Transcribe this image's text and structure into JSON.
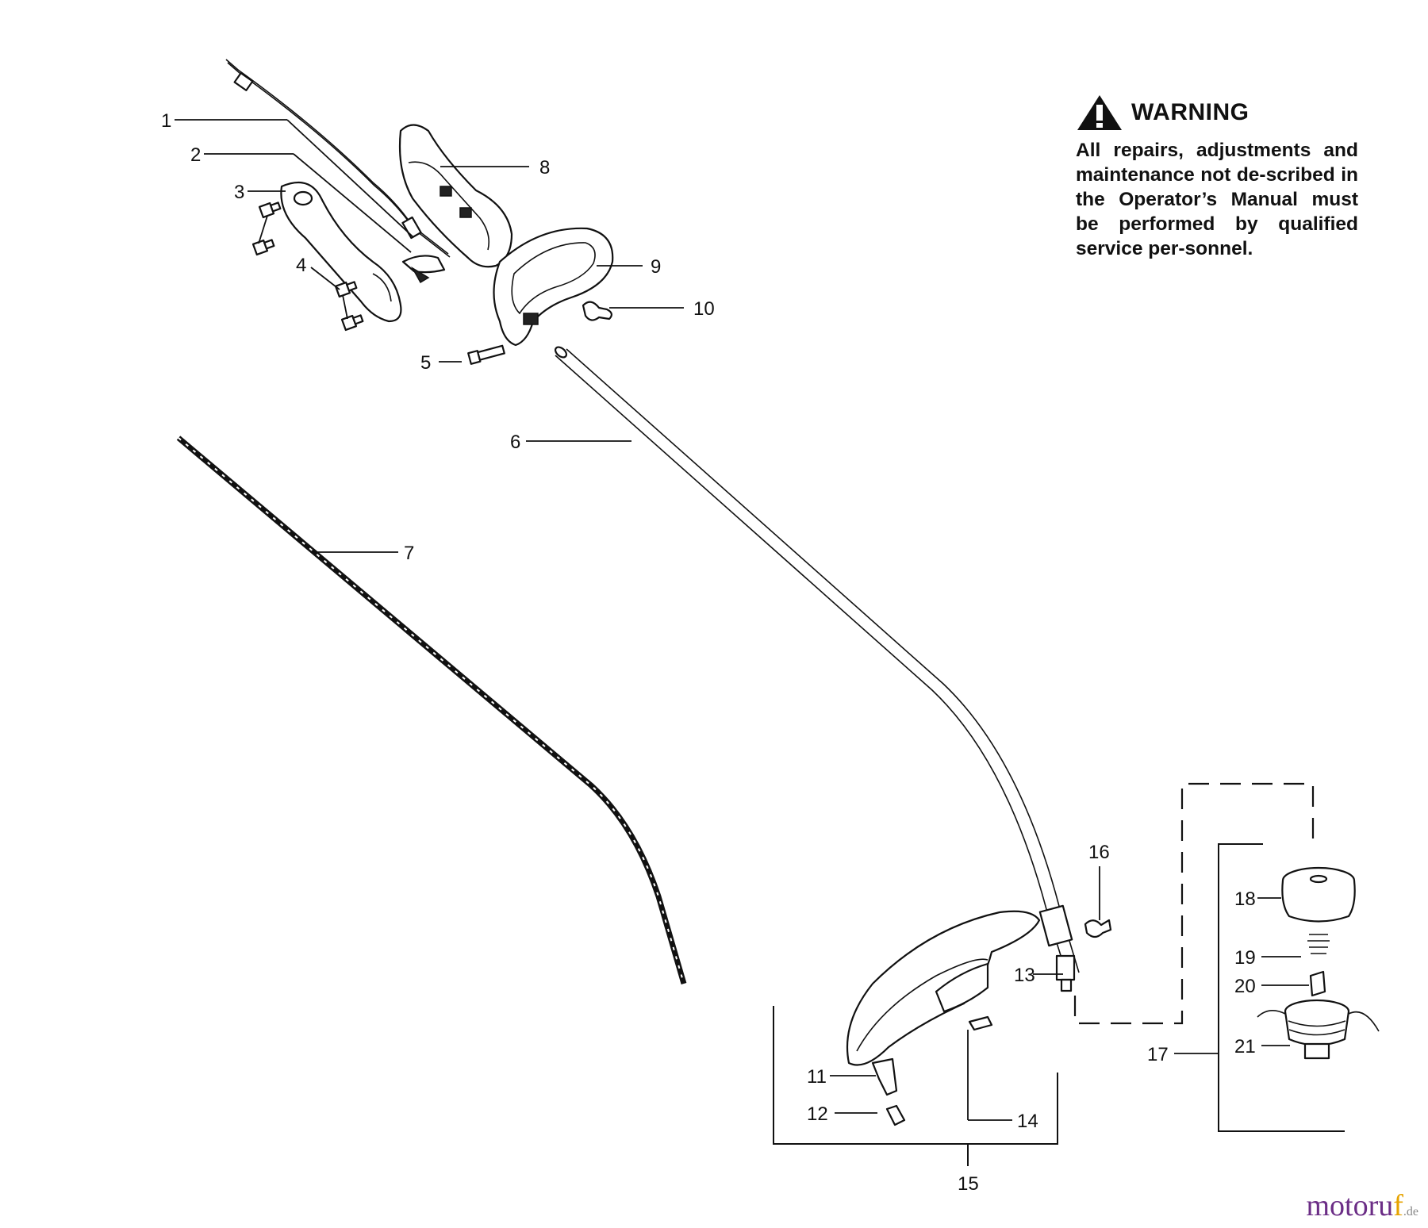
{
  "callouts": {
    "c1": "1",
    "c2": "2",
    "c3": "3",
    "c4": "4",
    "c5": "5",
    "c6": "6",
    "c7": "7",
    "c8": "8",
    "c9": "9",
    "c10": "10",
    "c11": "11",
    "c12": "12",
    "c13": "13",
    "c14": "14",
    "c15": "15",
    "c16": "16",
    "c17": "17",
    "c18": "18",
    "c19": "19",
    "c20": "20",
    "c21": "21"
  },
  "warning": {
    "title": "WARNING",
    "text": "All repairs, adjustments and maintenance not de-scribed in the Operator’s Manual must be performed by qualified service per-sonnel."
  },
  "watermark": {
    "main": "motoru",
    "accent": "f",
    "tld": ".de"
  },
  "icons": {
    "warning": "warning-triangle-icon"
  }
}
